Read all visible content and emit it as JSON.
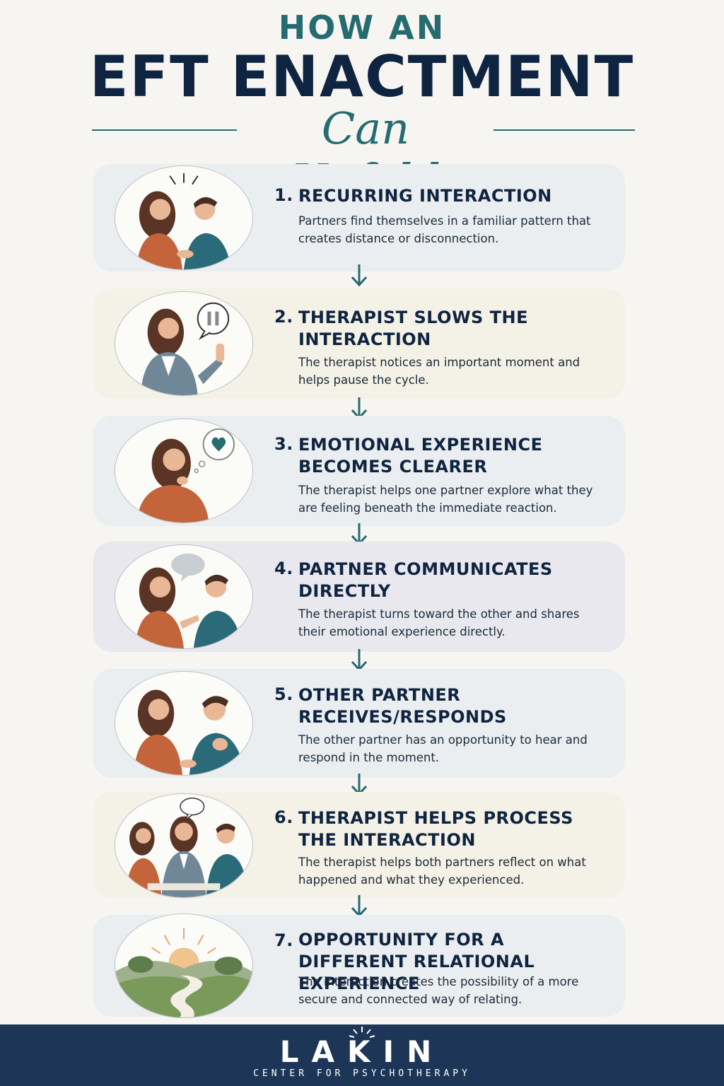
{
  "header": {
    "kicker": "HOW AN",
    "title": "EFT ENACTMENT",
    "script": "Can Unfold"
  },
  "colors": {
    "navy": "#0f2440",
    "teal": "#256b70",
    "step_backgrounds": [
      "#eaeef0",
      "#f4f1e6",
      "#eaeef0",
      "#e9e8ef",
      "#eaeef0",
      "#f4f1e6",
      "#eaeef0"
    ]
  },
  "steps": [
    {
      "number": "1.",
      "title": "RECURRING INTERACTION",
      "description": "Partners find themselves in a familiar pattern that creates distance or disconnection.",
      "illustration": "couple-facing-icon"
    },
    {
      "number": "2.",
      "title": "THERAPIST SLOWS THE INTERACTION",
      "description": "The therapist notices an important moment and helps pause the cycle.",
      "illustration": "therapist-pause-icon"
    },
    {
      "number": "3.",
      "title": "EMOTIONAL EXPERIENCE BECOMES CLEARER",
      "description": "The therapist helps one partner explore what they are feeling beneath the immediate reaction.",
      "illustration": "heart-thought-icon"
    },
    {
      "number": "4.",
      "title": "PARTNER COMMUNICATES DIRECTLY",
      "description": "The therapist turns toward the other and shares their emotional experience directly.",
      "illustration": "speech-bubble-couple-icon"
    },
    {
      "number": "5.",
      "title": "OTHER PARTNER RECEIVES/RESPONDS",
      "description": "The other partner has an opportunity to hear and respond in the moment.",
      "illustration": "couple-listening-icon"
    },
    {
      "number": "6.",
      "title": "THERAPIST HELPS PROCESS THE INTERACTION",
      "description": "The therapist helps both partners reflect on what happened and what they experienced.",
      "illustration": "three-people-icon"
    },
    {
      "number": "7.",
      "title": "OPPORTUNITY FOR A DIFFERENT RELATIONAL EXPERIENCE",
      "description": "The interaction creates the possibility of a more secure and connected way of relating.",
      "illustration": "sunrise-path-icon"
    }
  ],
  "footer": {
    "logo": "LAKIN",
    "tagline": "CENTER FOR PSYCHOTHERAPY"
  }
}
